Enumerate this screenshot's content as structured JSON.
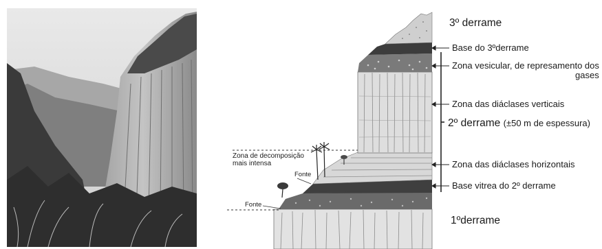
{
  "photo": {
    "description_icon": "cliff-photo"
  },
  "labels": {
    "derrame3": "3º derrame",
    "base3": "Base do 3ºderrame",
    "vesicular_line1": "Zona vesicular, de represamento dos",
    "vesicular_line2": "gases",
    "diaclases_verticais": "Zona das diáclases verticais",
    "derrame2_main": "2º derrame",
    "derrame2_note": "(±50 m de espessura)",
    "diaclases_horizontais": "Zona das diáclases horizontais",
    "base2": "Base vitrea do 2º derrame",
    "derrame1": "1ºderrame",
    "decomp_line1": "Zona de decomposição",
    "decomp_line2": "mais intensa",
    "fonte_upper": "Fonte",
    "fonte_lower": "Fonte"
  }
}
